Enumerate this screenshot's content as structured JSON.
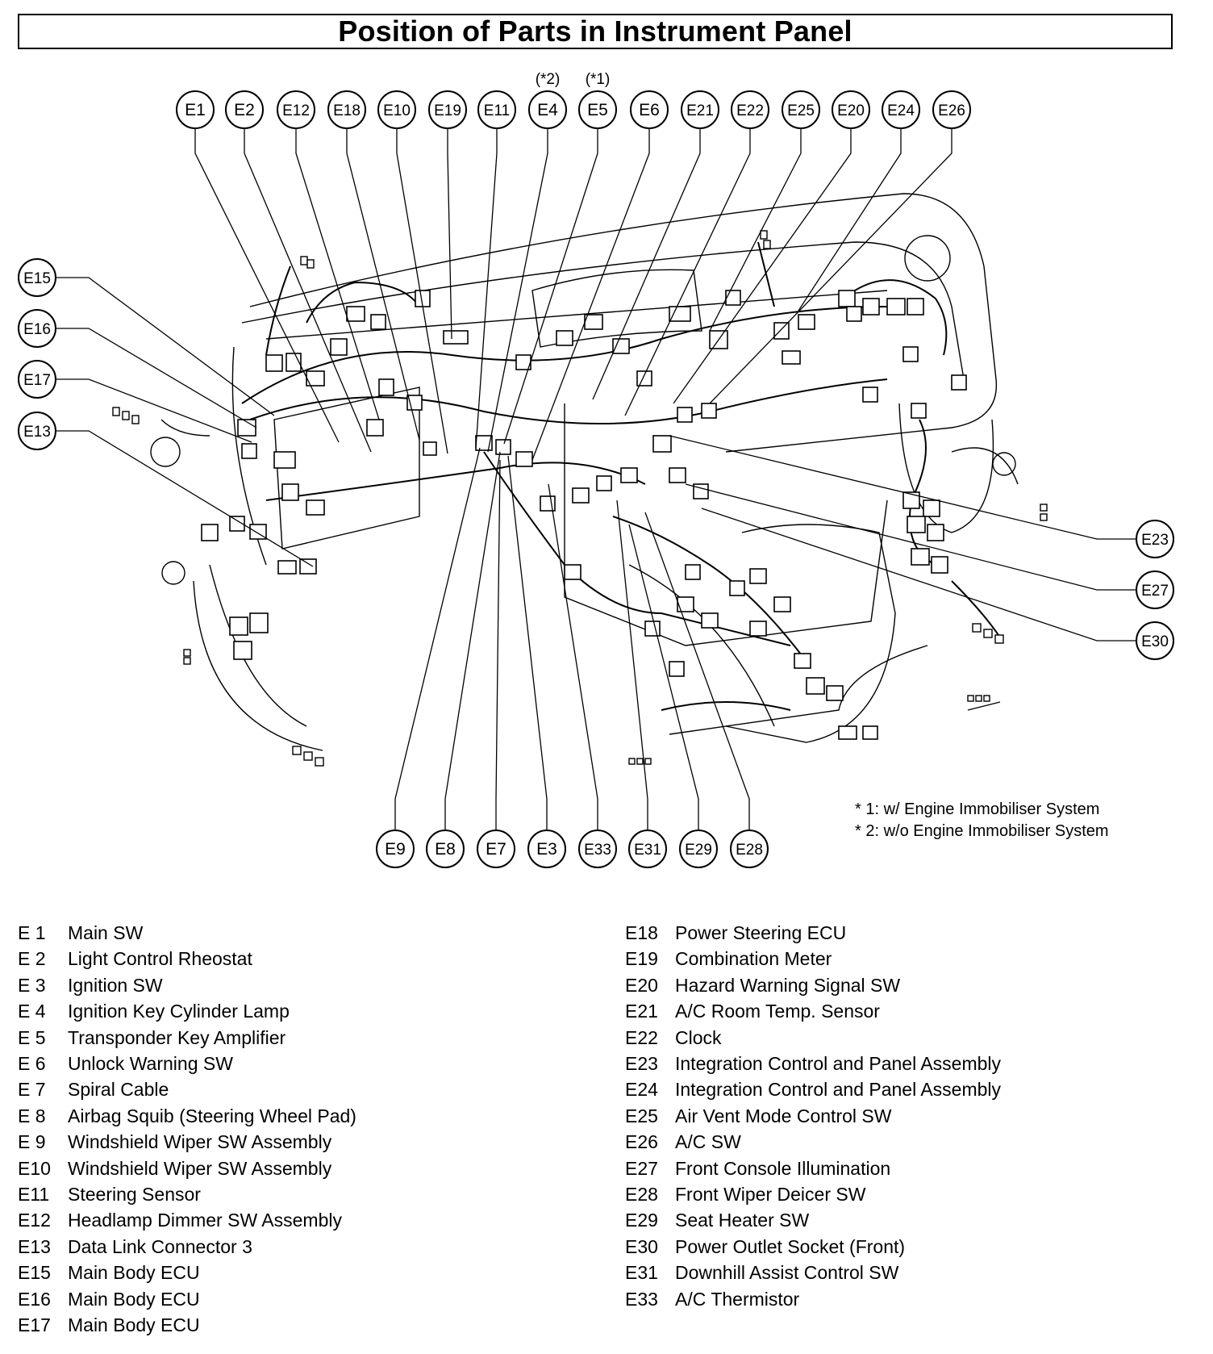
{
  "title": "Position of Parts in Instrument Panel",
  "callouts": {
    "top": [
      "E1",
      "E2",
      "E12",
      "E18",
      "E10",
      "E19",
      "E11",
      "E4",
      "E5",
      "E6",
      "E21",
      "E22",
      "E25",
      "E20",
      "E24",
      "E26"
    ],
    "top_notes": {
      "E4": "(*2)",
      "E5": "(*1)"
    },
    "left": [
      "E15",
      "E16",
      "E17",
      "E13"
    ],
    "right": [
      "E23",
      "E27",
      "E30"
    ],
    "bottom": [
      "E9",
      "E8",
      "E7",
      "E3",
      "E33",
      "E31",
      "E29",
      "E28"
    ]
  },
  "notes": [
    "* 1: w/  Engine Immobiliser System",
    "* 2: w/o Engine Immobiliser System"
  ],
  "legend_left": [
    {
      "code": "E  1",
      "name": "Main SW"
    },
    {
      "code": "E  2",
      "name": "Light Control Rheostat"
    },
    {
      "code": "E  3",
      "name": "Ignition SW"
    },
    {
      "code": "E  4",
      "name": "Ignition Key Cylinder Lamp"
    },
    {
      "code": "E  5",
      "name": "Transponder Key Amplifier"
    },
    {
      "code": "E  6",
      "name": "Unlock Warning SW"
    },
    {
      "code": "E  7",
      "name": "Spiral Cable"
    },
    {
      "code": "E  8",
      "name": "Airbag Squib (Steering Wheel Pad)"
    },
    {
      "code": "E  9",
      "name": "Windshield Wiper SW Assembly"
    },
    {
      "code": "E10",
      "name": "Windshield Wiper SW Assembly"
    },
    {
      "code": "E11",
      "name": "Steering Sensor"
    },
    {
      "code": "E12",
      "name": "Headlamp Dimmer SW Assembly"
    },
    {
      "code": "E13",
      "name": "Data Link Connector 3"
    },
    {
      "code": "E15",
      "name": "Main Body ECU"
    },
    {
      "code": "E16",
      "name": "Main Body ECU"
    },
    {
      "code": "E17",
      "name": "Main Body ECU"
    }
  ],
  "legend_right": [
    {
      "code": "E18",
      "name": "Power Steering ECU"
    },
    {
      "code": "E19",
      "name": "Combination Meter"
    },
    {
      "code": "E20",
      "name": "Hazard Warning Signal SW"
    },
    {
      "code": "E21",
      "name": "A/C Room Temp. Sensor"
    },
    {
      "code": "E22",
      "name": "Clock"
    },
    {
      "code": "E23",
      "name": "Integration Control and Panel Assembly"
    },
    {
      "code": "E24",
      "name": "Integration Control and Panel Assembly"
    },
    {
      "code": "E25",
      "name": "Air Vent Mode Control SW"
    },
    {
      "code": "E26",
      "name": "A/C SW"
    },
    {
      "code": "E27",
      "name": "Front Console Illumination"
    },
    {
      "code": "E28",
      "name": "Front Wiper Deicer SW"
    },
    {
      "code": "E29",
      "name": "Seat Heater SW"
    },
    {
      "code": "E30",
      "name": "Power Outlet Socket (Front)"
    },
    {
      "code": "E31",
      "name": "Downhill Assist Control SW"
    },
    {
      "code": "E33",
      "name": "A/C Thermistor"
    }
  ]
}
